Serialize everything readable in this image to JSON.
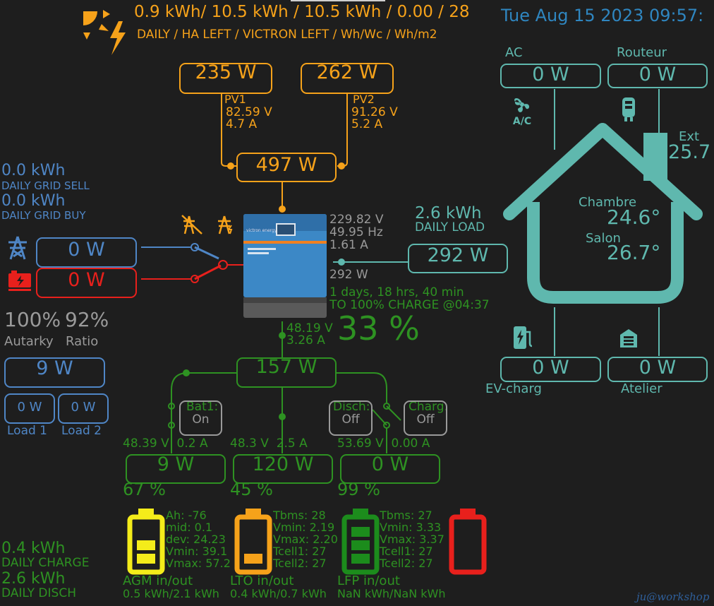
{
  "header": {
    "summary": "0.9 kWh/ 10.5 kWh / 10.5 kWh / 0.00 / 28",
    "legend": "DAILY / HA LEFT / VICTRON LEFT / Wh/Wc / Wh/m2",
    "datetime": "Tue Aug 15 2023 09:57:"
  },
  "pv": {
    "pv1": {
      "power": "235 W",
      "label": "PV1",
      "voltage": "82.59 V",
      "current": "4.7 A"
    },
    "pv2": {
      "power": "262 W",
      "label": "PV2",
      "voltage": "91.26 V",
      "current": "5.2 A"
    },
    "total": "497 W"
  },
  "grid": {
    "sell_value": "0.0 kWh",
    "sell_label": "DAILY GRID SELL",
    "buy_value": "0.0 kWh",
    "buy_label": "DAILY GRID BUY",
    "grid_power": "0 W",
    "generator_power": "0 W"
  },
  "inverter": {
    "voltage": "229.82 V",
    "frequency": "49.95 Hz",
    "current": "1.61 A",
    "output": "292 W",
    "time_left": "1 days, 18 hrs, 40 min",
    "charge_eta": "TO 100% CHARGE @04:37",
    "dc_voltage": "48.19 V",
    "dc_current": "3.26 A",
    "soc": "33 %",
    "brand": "victron energy"
  },
  "load": {
    "daily_value": "2.6 kWh",
    "daily_label": "DAILY LOAD",
    "power": "292 W"
  },
  "house": {
    "ac_label": "AC",
    "ac_power": "0 W",
    "routeur_label": "Routeur",
    "routeur_power": "0 W",
    "ext_label": "Ext",
    "ext_temp": "25.7",
    "chambre_label": "Chambre",
    "chambre_temp": "24.6°",
    "salon_label": "Salon",
    "salon_temp": "26.7°",
    "ev_label": "EV-charg",
    "ev_power": "0 W",
    "atelier_label": "Atelier",
    "atelier_power": "0 W"
  },
  "left_stats": {
    "autarky_value": "100%",
    "ratio_value": "92%",
    "autarky_label": "Autarky",
    "ratio_label": "Ratio",
    "dc_load": "9 W",
    "load1_power": "0 W",
    "load1_label": "Load 1",
    "load2_power": "0 W",
    "load2_label": "Load 2"
  },
  "dc_bus": {
    "power": "157 W",
    "bat1_label": "Bat1:",
    "bat1_state": "On",
    "disch_label": "Disch:",
    "disch_state": "Off",
    "charg_label": "Charg:",
    "charg_state": "Off"
  },
  "batteries": [
    {
      "voltage": "48.39 V",
      "current": "0.2 A",
      "power": "9 W",
      "soc": "67 %",
      "details": [
        "Ah: -76",
        "mid: 0.1",
        "dev: 24.23",
        "Vmin: 39.1",
        "Vmax: 57.2"
      ],
      "name": "AGM in/out",
      "energy": "0.5 kWh/2.1 kWh",
      "color": "#f4ec1a"
    },
    {
      "voltage": "48.3 V",
      "current": "2.5 A",
      "power": "120 W",
      "soc": "45 %",
      "details": [
        "Tbms: 28",
        "Vmin: 2.19",
        "Vmax: 2.20",
        "Tcell1: 27",
        "Tcell2: 27"
      ],
      "name": "LTO in/out",
      "energy": "0.4 kWh/0.7 kWh",
      "color": "#f6a21a"
    },
    {
      "voltage": "53.69 V",
      "current": "0.00 A",
      "power": "0 W",
      "soc": "99 %",
      "details": [
        "Tbms: 27",
        "Vmin: 3.33",
        "Vmax: 3.37",
        "Tcell1: 27",
        "Tcell2: 27"
      ],
      "name": "LFP in/out",
      "energy": "NaN kWh/NaN kWh",
      "color": "#1c8c1c"
    }
  ],
  "daily_dc": {
    "charge_value": "0.4 kWh",
    "charge_label": "DAILY CHARGE",
    "disch_value": "2.6 kWh",
    "disch_label": "DAILY DISCH"
  },
  "footer": {
    "signature": "ju@workshop"
  },
  "colors": {
    "orange": "#f6a21a",
    "teal": "#5fb8ae",
    "blue": "#4f86c6",
    "red": "#e8201c",
    "green": "#2e9222",
    "grey": "#9a9a9a",
    "yellow": "#f4ec1a"
  }
}
